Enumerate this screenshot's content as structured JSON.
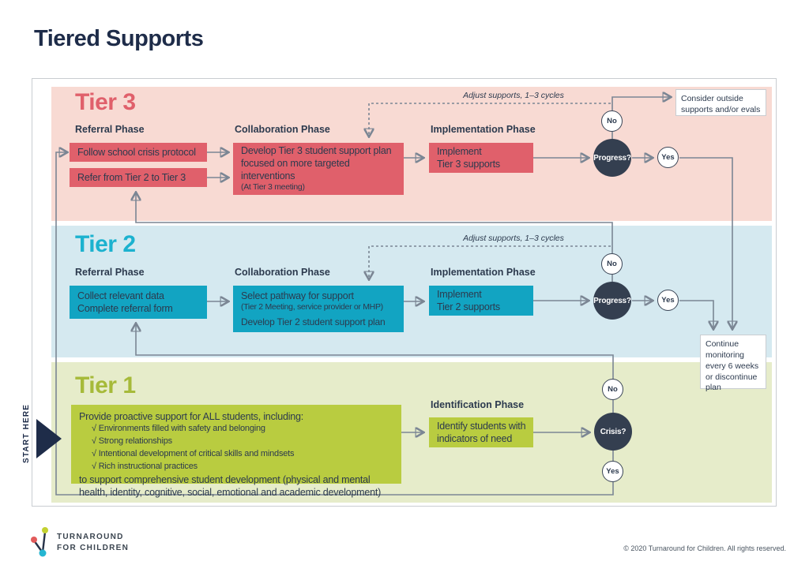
{
  "title": "Tiered Supports",
  "start_here": "START HERE",
  "colors": {
    "navy": "#2c3a4e",
    "navy_dark": "#343f50",
    "title": "#1e2c49",
    "arrow": "#7b8694",
    "tier3_accent": "#e0606b",
    "tier3_bg": "#f8dad3",
    "tier2_accent": "#1cb2cf",
    "tier2_box": "#12a4c2",
    "tier2_bg": "#d5e9f0",
    "tier1_accent": "#a6ba39",
    "tier1_box": "#b9cc40",
    "tier1_bg": "#e6ecca"
  },
  "tier3": {
    "heading": "Tier 3",
    "referral_phase_label": "Referral Phase",
    "collaboration_phase_label": "Collaboration Phase",
    "implementation_phase_label": "Implementation Phase",
    "referral_box1": "Follow school crisis protocol",
    "referral_box2": "Refer from Tier 2 to Tier 3",
    "collaboration_main": "Develop Tier 3 student support plan focused on more targeted interventions",
    "collaboration_note": "(At Tier 3 meeting)",
    "implementation_line1": "Implement",
    "implementation_line2": "Tier 3 supports",
    "adjust_label": "Adjust supports, 1–3 cycles",
    "decision_label": "Progress?",
    "no_label": "No",
    "yes_label": "Yes",
    "outcome_box": "Consider outside supports and/or evals"
  },
  "tier2": {
    "heading": "Tier 2",
    "referral_phase_label": "Referral Phase",
    "collaboration_phase_label": "Collaboration Phase",
    "implementation_phase_label": "Implementation Phase",
    "referral_line1": "Collect relevant data",
    "referral_line2": "Complete referral form",
    "collaboration_line1": "Select pathway for support",
    "collaboration_note": "(Tier 2 Meeting, service provider or MHP)",
    "collaboration_line2": "Develop Tier 2 student support plan",
    "implementation_line1": "Implement",
    "implementation_line2": "Tier 2 supports",
    "adjust_label": "Adjust supports, 1–3 cycles",
    "decision_label": "Progress?",
    "no_label": "No",
    "yes_label": "Yes",
    "outcome_box": "Continue monitoring every 6 weeks or discontinue plan"
  },
  "tier1": {
    "heading": "Tier 1",
    "identification_phase_label": "Identification Phase",
    "main_intro": "Provide proactive support for ALL students, including:",
    "bullets": [
      "√ Environments filled with safety and belonging",
      "√ Strong relationships",
      "√ Intentional development of critical skills and mindsets",
      "√ Rich instructional practices"
    ],
    "main_outro": "to support comprehensive student development (physical and mental health, identity, cognitive, social, emotional and academic development)",
    "identify_line1": "Identify students with",
    "identify_line2": "indicators of need",
    "decision_label": "Crisis?",
    "no_label": "No",
    "yes_label": "Yes"
  },
  "footer": {
    "logo_line1": "TURNAROUND",
    "logo_line2": "FOR CHILDREN",
    "copyright": "© 2020 Turnaround for Children. All rights reserved."
  }
}
